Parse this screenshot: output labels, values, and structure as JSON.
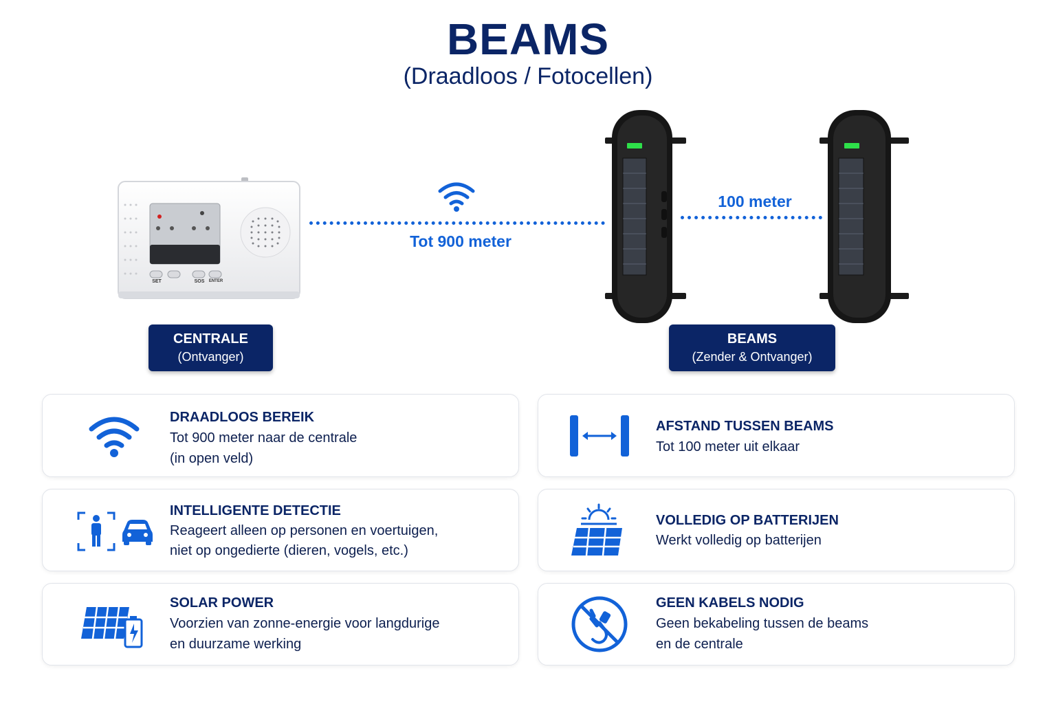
{
  "header": {
    "title": "BEAMS",
    "subtitle": "(Draadloos / Fotocellen)"
  },
  "diagram": {
    "range_label": "Tot 900 meter",
    "distance_label": "100 meter",
    "centrale_label": {
      "title": "CENTRALE",
      "subtitle": "(Ontvanger)"
    },
    "beams_label": {
      "title": "BEAMS",
      "subtitle": "(Zender & Ontvanger)"
    },
    "device_buttons": [
      "SET",
      "SOS",
      "ENTER"
    ]
  },
  "features": [
    {
      "title": "DRAADLOOS BEREIK",
      "line1": "Tot 900 meter naar de centrale",
      "line2": "(in open veld)",
      "icon": "wifi-icon"
    },
    {
      "title": "AFSTAND TUSSEN BEAMS",
      "line1": "Tot 100 meter uit elkaar",
      "line2": "",
      "icon": "distance-icon"
    },
    {
      "title": "INTELLIGENTE DETECTIE",
      "line1": "Reageert alleen op personen en voertuigen,",
      "line2": "niet op ongedierte (dieren, vogels, etc.)",
      "icon": "person-car-icon"
    },
    {
      "title": "VOLLEDIG OP BATTERIJEN",
      "line1": "Werkt volledig op batterijen",
      "line2": "",
      "icon": "solar-sun-icon"
    },
    {
      "title": "SOLAR POWER",
      "line1": "Voorzien van zonne-energie voor langdurige",
      "line2": "en duurzame werking",
      "icon": "solar-battery-icon"
    },
    {
      "title": "GEEN KABELS NODIG",
      "line1": "Geen bekabeling tussen de beams",
      "line2": "en de centrale",
      "icon": "no-cable-icon"
    }
  ],
  "colors": {
    "navy": "#0b2566",
    "accent": "#1262d8"
  }
}
